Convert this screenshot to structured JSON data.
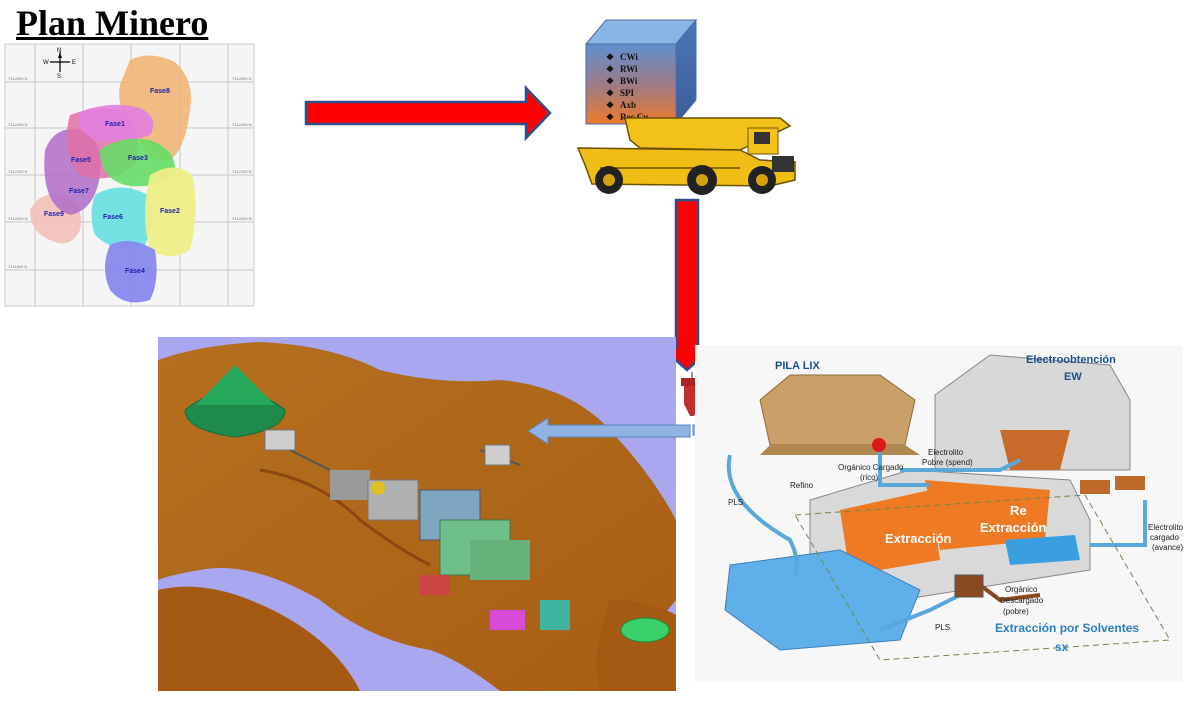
{
  "title": "Plan Minero",
  "compass": {
    "n": "N",
    "s": "S",
    "e": "E",
    "w": "W"
  },
  "map": {
    "phases": [
      "Fase8",
      "Fase1",
      "Fase5",
      "Fase3",
      "Fase7",
      "Fase9",
      "Fase6",
      "Fase2",
      "Fase4"
    ]
  },
  "block_params": [
    "CWi",
    "RWi",
    "BWi",
    "SPI",
    "Axb",
    "Rec Cu"
  ],
  "process": {
    "pila": "PILA LIX",
    "ew_line1": "Electroobtención",
    "ew_line2": "EW",
    "organico_cargado_1": "Orgánico Cargado",
    "organico_cargado_2": "(rico)",
    "electrolito_pobre_1": "Electrolito",
    "electrolito_pobre_2": "Pobre (spend)",
    "refino": "Refino",
    "pls_top": "PLS",
    "extraccion": "Extracción",
    "re_1": "Re",
    "re_2": "Extracción",
    "electrolito_cargado_1": "Electrolito",
    "electrolito_cargado_2": "cargado",
    "electrolito_cargado_3": "(avance)",
    "organico_desc_1": "Orgánico",
    "organico_desc_2": "Descargado",
    "organico_desc_3": "(pobre)",
    "pls_bottom": "PLS",
    "sx_1": "Extracción por Solventes",
    "sx_2": "sx"
  },
  "colors": {
    "arrow_red": "#ff0000",
    "arrow_blue": "#8fb4e3",
    "plant_bg": "#a8a7f0",
    "terrain": "#b86a1c",
    "cube_top": "#6f9fd8",
    "truck_yellow": "#f2c21a"
  }
}
